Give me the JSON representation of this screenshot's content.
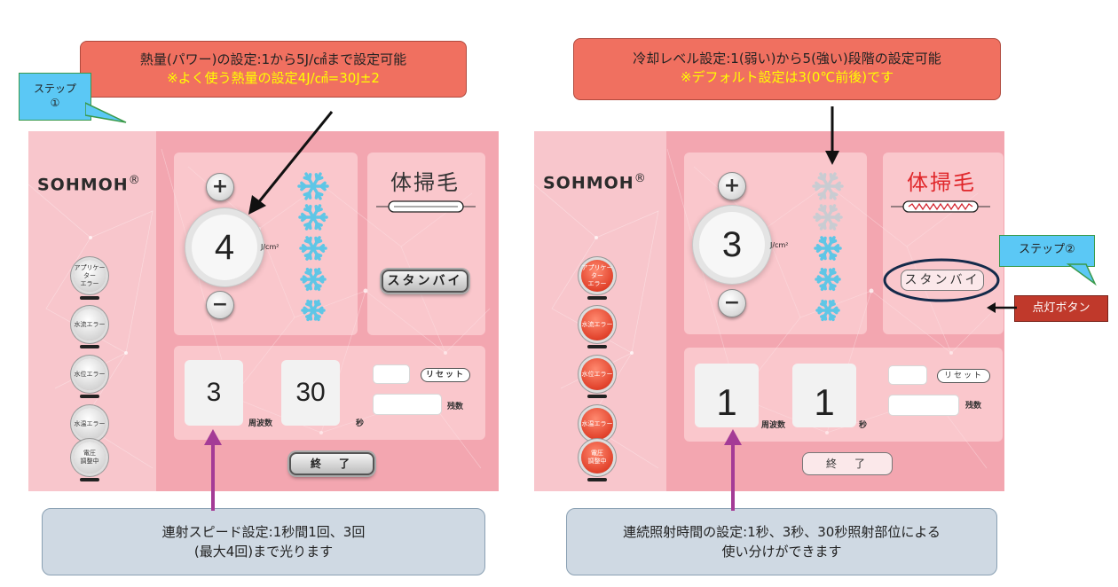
{
  "callouts": {
    "heat_line1": "熱量(パワー)の設定:1から5J/㎠まで設定可能",
    "heat_line2": "※よく使う熱量の設定4J/㎠=30J±2",
    "cool_line1": "冷却レベル設定:1(弱い)から5(強い)段階の設定可能",
    "cool_line2": "※デフォルト設定は3(0℃前後)です",
    "speed_line1": "連射スピード設定:1秒間1回、3回",
    "speed_line2": "(最大4回)まで光ります",
    "duration_line1": "連続照射時間の設定:1秒、3秒、30秒照射部位による",
    "duration_line2": "使い分けができます",
    "step1_line1": "ステップ",
    "step1_line2": "①",
    "step2": "ステップ②",
    "light_button": "点灯ボタン"
  },
  "left_panel": {
    "logo": "SOHMOH",
    "logo_mark": "®",
    "plus": "+",
    "minus": "−",
    "heat_value": "4",
    "unit": "J/cm²",
    "mode_title": "体掃毛",
    "standby": "スタンバイ",
    "frequency_value": "3",
    "frequency_label": "周波数",
    "seconds_value": "30",
    "seconds_label": "秒",
    "reset": "リセット",
    "remaining_label": "残数",
    "end": "終　了",
    "indicators": [
      {
        "label": "アプ゚リケーター\nエラー"
      },
      {
        "label": "水流エラー"
      },
      {
        "label": "水位エラー"
      },
      {
        "label": "水温エラー"
      },
      {
        "label": "電圧\n調整中"
      }
    ],
    "snow_level": 5
  },
  "right_panel": {
    "logo": "SOHMOH",
    "logo_mark": "®",
    "plus": "+",
    "minus": "−",
    "heat_value": "3",
    "unit": "J/cm²",
    "mode_title": "体掃毛",
    "standby": "スタンバイ",
    "frequency_value": "1",
    "frequency_label": "周波数",
    "seconds_value": "1",
    "seconds_label": "秒",
    "reset": "リセット",
    "remaining_label": "残数",
    "end": "終　了",
    "indicators": [
      {
        "label": "アプ゚リケーター\nエラー"
      },
      {
        "label": "水流エラー"
      },
      {
        "label": "水位エラー"
      },
      {
        "label": "水温エラー"
      },
      {
        "label": "電圧\n調整中"
      }
    ],
    "snow_level": 3
  },
  "colors": {
    "snow_active": "#5fc6e6",
    "snow_inactive": "#c9ccd2",
    "title_active": "#e0262a",
    "indicator_alert": "#e2432c",
    "arrow_purple": "#a43b96"
  }
}
